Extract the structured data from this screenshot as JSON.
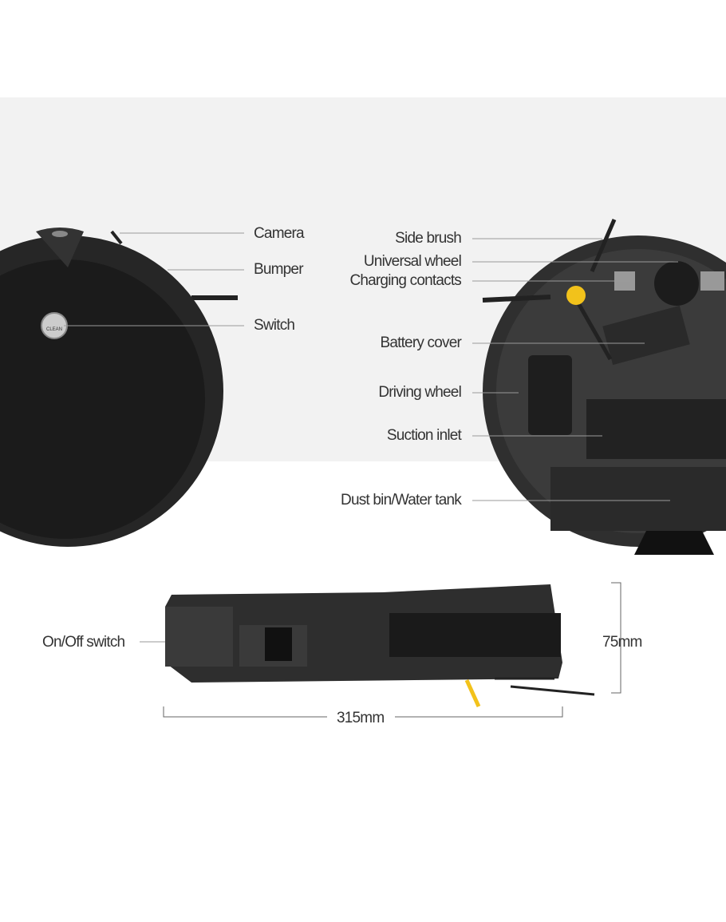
{
  "top_view_labels": {
    "camera": "Camera",
    "bumper": "Bumper",
    "switch": "Switch",
    "button_text": "CLEAN"
  },
  "bottom_view_labels": {
    "side_brush": "Side brush",
    "universal_wheel": "Universal wheel",
    "charging_contacts": "Charging contacts",
    "battery_cover": "Battery cover",
    "driving_wheel": "Driving wheel",
    "suction_inlet": "Suction inlet",
    "dust_bin": "Dust bin/Water tank"
  },
  "side_view_labels": {
    "on_off_switch": "On/Off switch",
    "height": "75mm",
    "width": "315mm"
  },
  "colors": {
    "band": "#f2f2f2",
    "body": "#1e1e1e",
    "brush": "#f2c21b",
    "text": "#333333"
  }
}
